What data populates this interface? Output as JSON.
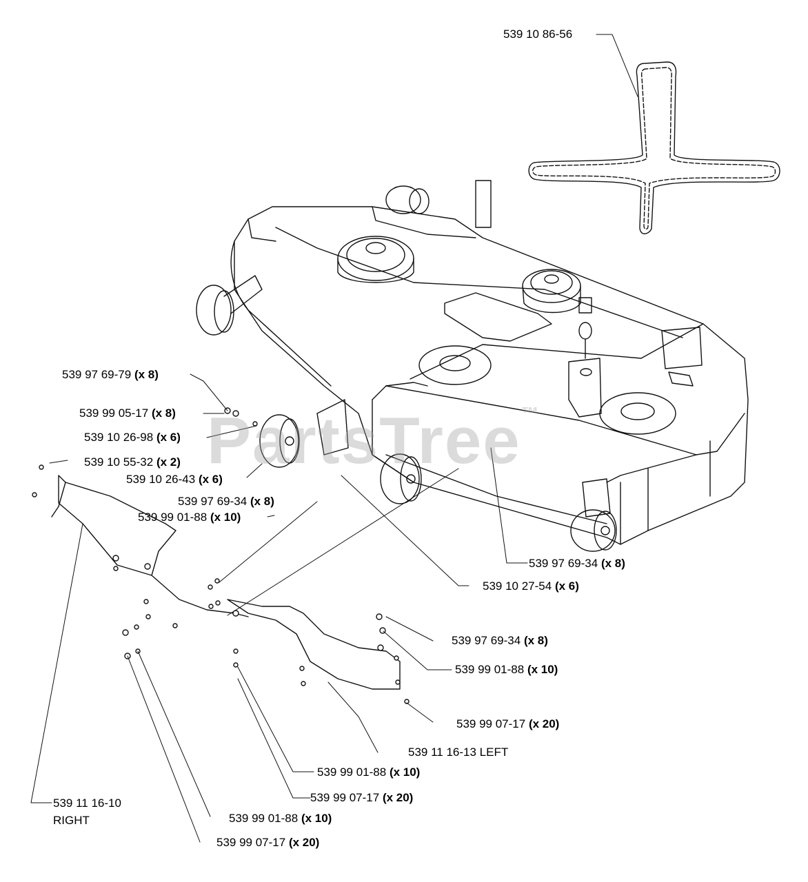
{
  "watermark": {
    "text": "PartsTree",
    "trademark": "™"
  },
  "callouts": {
    "belt": {
      "part": "539 10 86-56",
      "qty": ""
    },
    "c1": {
      "part": "539 97 69-79",
      "qty": "(x 8)"
    },
    "c2": {
      "part": "539 99 05-17",
      "qty": "(x 8)"
    },
    "c3": {
      "part": "539 10 26-98",
      "qty": "(x 6)"
    },
    "c4": {
      "part": "539 10 55-32",
      "qty": "(x 2)"
    },
    "c5": {
      "part": "539 10 26-43",
      "qty": "(x 6)"
    },
    "c6": {
      "part": "539 97 69-34",
      "qty": "(x 8)"
    },
    "c7": {
      "part": "539 99 01-88",
      "qty": "(x 10)"
    },
    "c8": {
      "part": "539 97 69-34",
      "qty": "(x 8)"
    },
    "c9": {
      "part": "539 10 27-54",
      "qty": "(x 6)"
    },
    "c10": {
      "part": "539 97 69-34",
      "qty": "(x 8)"
    },
    "c11": {
      "part": "539 99 01-88",
      "qty": "(x 10)"
    },
    "c12": {
      "part": "539 99 07-17",
      "qty": "(x 20)"
    },
    "c13": {
      "part": "539 11 16-13 LEFT",
      "qty": ""
    },
    "c14": {
      "part": "539 99 01-88",
      "qty": "(x 10)"
    },
    "c15": {
      "part": "539 99 07-17",
      "qty": "(x 20)"
    },
    "c16": {
      "part": "539 11 16-10",
      "qty": "",
      "line2": "RIGHT"
    },
    "c17": {
      "part": "539 99 01-88",
      "qty": "(x 10)"
    },
    "c18": {
      "part": "539 99 07-17",
      "qty": "(x 20)"
    }
  },
  "colors": {
    "line": "#111111",
    "background": "#ffffff",
    "watermark": "#a0a0a0"
  }
}
